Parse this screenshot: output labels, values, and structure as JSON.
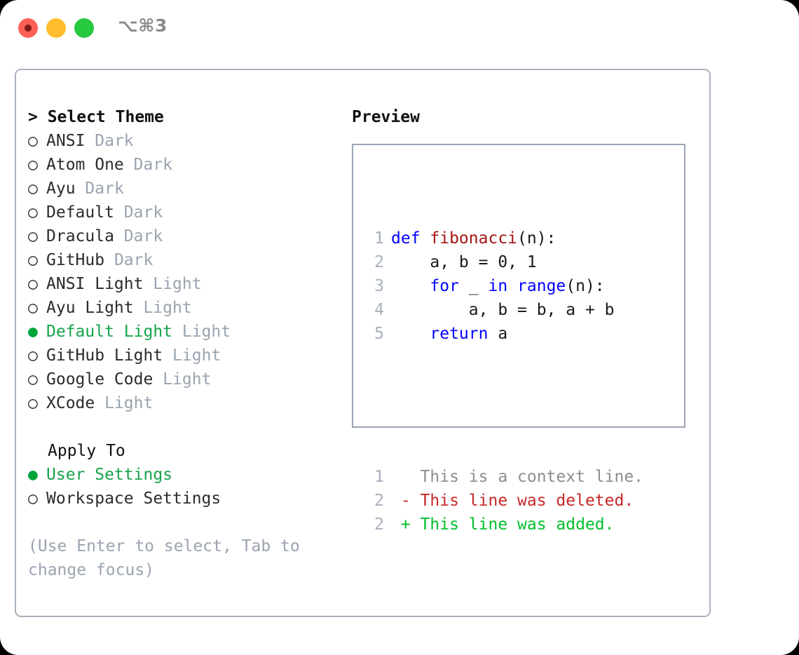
{
  "titlebar": {
    "shortcut": "⌥⌘3",
    "buttons": [
      {
        "name": "close",
        "color": "#ff5f56"
      },
      {
        "name": "minimize",
        "color": "#ffbd2e"
      },
      {
        "name": "maximize",
        "color": "#27c93f"
      }
    ]
  },
  "theme_picker": {
    "heading": "> Select Theme",
    "items": [
      {
        "marker": "○",
        "label": "ANSI",
        "tag": "Dark",
        "selected": false
      },
      {
        "marker": "○",
        "label": "Atom One",
        "tag": "Dark",
        "selected": false
      },
      {
        "marker": "○",
        "label": "Ayu",
        "tag": "Dark",
        "selected": false
      },
      {
        "marker": "○",
        "label": "Default",
        "tag": "Dark",
        "selected": false
      },
      {
        "marker": "○",
        "label": "Dracula",
        "tag": "Dark",
        "selected": false
      },
      {
        "marker": "○",
        "label": "GitHub",
        "tag": "Dark",
        "selected": false
      },
      {
        "marker": "○",
        "label": "ANSI Light",
        "tag": "Light",
        "selected": false
      },
      {
        "marker": "○",
        "label": "Ayu Light",
        "tag": "Light",
        "selected": false
      },
      {
        "marker": "●",
        "label": "Default Light",
        "tag": "Light",
        "selected": true
      },
      {
        "marker": "○",
        "label": "GitHub Light",
        "tag": "Light",
        "selected": false
      },
      {
        "marker": "○",
        "label": "Google Code",
        "tag": "Light",
        "selected": false
      },
      {
        "marker": "○",
        "label": "XCode",
        "tag": "Light",
        "selected": false
      }
    ]
  },
  "apply_to": {
    "heading": "Apply To",
    "items": [
      {
        "marker": "●",
        "label": "User Settings",
        "selected": true
      },
      {
        "marker": "○",
        "label": "Workspace Settings",
        "selected": false
      }
    ]
  },
  "hint": {
    "line1": "(Use Enter to select, Tab to",
    "line2": "change focus)"
  },
  "preview": {
    "heading": "Preview",
    "code_lines": [
      {
        "num": "1",
        "tokens": [
          {
            "t": "def ",
            "c": "kw"
          },
          {
            "t": "fibonacci",
            "c": "fn"
          },
          {
            "t": "(n):",
            "c": "pl"
          }
        ]
      },
      {
        "num": "2",
        "tokens": [
          {
            "t": "    a, b = 0, 1",
            "c": "pl"
          }
        ]
      },
      {
        "num": "3",
        "tokens": [
          {
            "t": "    ",
            "c": "pl"
          },
          {
            "t": "for",
            "c": "kw"
          },
          {
            "t": " _ ",
            "c": "pl"
          },
          {
            "t": "in range",
            "c": "kw"
          },
          {
            "t": "(n):",
            "c": "pl"
          }
        ]
      },
      {
        "num": "4",
        "tokens": [
          {
            "t": "        a, b = b, a + b",
            "c": "pl"
          }
        ]
      },
      {
        "num": "5",
        "tokens": [
          {
            "t": "    ",
            "c": "pl"
          },
          {
            "t": "return",
            "c": "kw"
          },
          {
            "t": " a",
            "c": "pl"
          }
        ]
      }
    ],
    "diff_lines": [
      {
        "num": "1",
        "tokens": [
          {
            "t": "   This is a context line.",
            "c": "ctx"
          }
        ]
      },
      {
        "num": "2",
        "tokens": [
          {
            "t": " - This line was deleted.",
            "c": "del"
          }
        ]
      },
      {
        "num": "2",
        "tokens": [
          {
            "t": " + This line was added.",
            "c": "add"
          }
        ]
      }
    ]
  },
  "colors": {
    "accent_green": "#16a34a",
    "muted": "#9aa3b0",
    "keyword_blue": "#0000ff",
    "function_red": "#a31515",
    "diff_delete": "#c62828",
    "diff_add": "#00bf2a",
    "border": "#aab2bf"
  }
}
